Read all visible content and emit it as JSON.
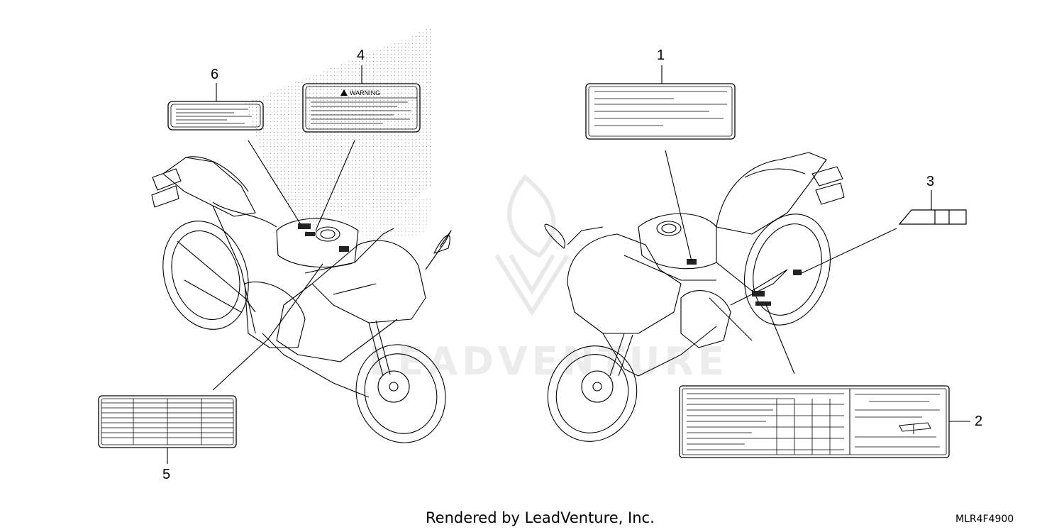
{
  "callouts": {
    "c1": "1",
    "c2": "2",
    "c3": "3",
    "c4": "4",
    "c5": "5",
    "c6": "6"
  },
  "labels": {
    "warning_text": "WARNING"
  },
  "watermark_text": "LEADVENTURE",
  "footer": {
    "credit": "Rendered by LeadVenture, Inc.",
    "diagram_code": "MLR4F4900"
  }
}
